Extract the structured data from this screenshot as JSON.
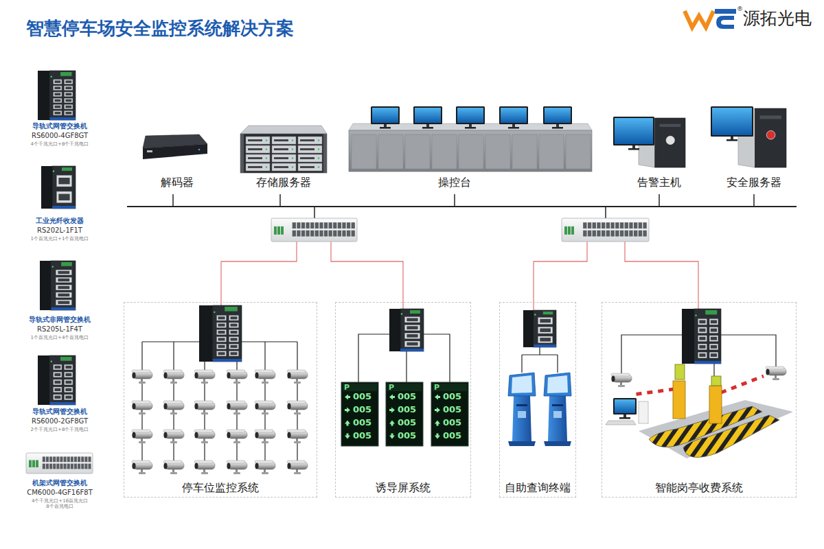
{
  "diagram": {
    "title": "智慧停车场安全监控系统解决方案",
    "nodes": [
      {
        "text": [
          "停车位监控系统"
        ]
      },
      {
        "text": [
          "诱导屏系统"
        ]
      },
      {
        "text": [
          "自助查询终端"
        ]
      },
      {
        "text": [
          "智能岗亭收费系统"
        ]
      }
    ],
    "labels": [
      "®",
      "源拓光电",
      "导轨式网管交换机",
      "RS6000-4GF8GT",
      "4个千兆光口+8个千兆电口",
      "工业光纤收发器",
      "RS202L-1F1T",
      "1个百兆光口+1个百兆电口",
      "导轨式非网管交换机",
      "RS205L-1F4T",
      "1个百兆光口+4个百兆电口",
      "导轨式网管交换机",
      "RS6000-2GF8GT",
      "2个千兆光口+8个千兆电口",
      "机架式网管交换机",
      "CM6000-4GF16F8T",
      "4个千兆光口+16百兆光口 8个百兆电口",
      "解码器",
      "存储服务器",
      "操控台",
      "告警主机",
      "安全服务器",
      "P",
      "P",
      "P",
      "005",
      "005",
      "005",
      "005",
      "005",
      "005",
      "005",
      "005",
      "005",
      "005",
      "005",
      "005"
    ]
  }
}
